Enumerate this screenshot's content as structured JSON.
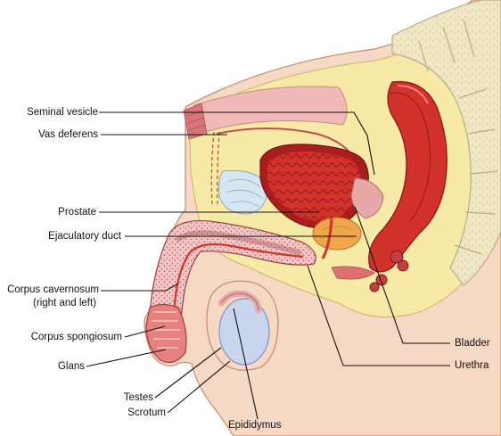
{
  "labels": {
    "seminal_vesicle": "Seminal vesicle",
    "vas_deferens": "Vas deferens",
    "prostate": "Prostate",
    "ejaculatory_duct": "Ejaculatory duct",
    "corpus_cavernosum": "Corpus cavernosum",
    "corpus_cavernosum_note": "(right and left)",
    "corpus_spongiosum": "Corpus spongiosum",
    "glans": "Glans",
    "testes": "Testes",
    "scrotum": "Scrotum",
    "epididymus": "Epididymus",
    "bladder": "Bladder",
    "urethra": "Urethra"
  },
  "colors": {
    "skin": "#f6d9c4",
    "skin_outline": "#c98f73",
    "fat": "#f7e9a6",
    "bladder": "#d2322a",
    "bladder_dark": "#a81e1e",
    "bone": "#efe6c3",
    "bone_lines": "#b9ad86",
    "prostate": "#f0a64a",
    "testis": "#c9d6ee",
    "tissue_pink": "#e8a8a8",
    "stipple": "#b85a60",
    "muscle_blue": "#d6e6f0"
  }
}
